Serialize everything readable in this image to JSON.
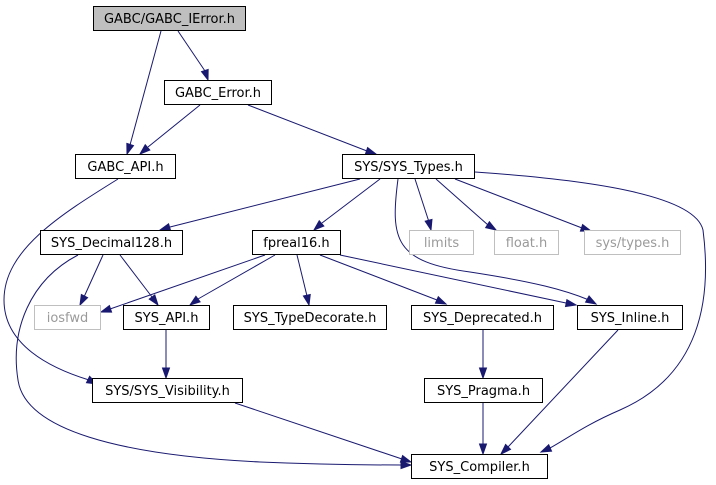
{
  "diagram": {
    "colors": {
      "edge": "#191970",
      "node_border": "#000000",
      "node_fill": "#ffffff",
      "current_fill": "#bfbfbf",
      "external_border": "#bfbfbf",
      "external_text": "#9a9a9a"
    },
    "nodes": [
      {
        "id": "n_gabc_ierror",
        "label": "GABC/GABC_IError.h",
        "kind": "current"
      },
      {
        "id": "n_gabc_error",
        "label": "GABC_Error.h",
        "kind": "normal"
      },
      {
        "id": "n_gabc_api",
        "label": "GABC_API.h",
        "kind": "normal"
      },
      {
        "id": "n_sys_types",
        "label": "SYS/SYS_Types.h",
        "kind": "normal"
      },
      {
        "id": "n_sys_decimal128",
        "label": "SYS_Decimal128.h",
        "kind": "normal"
      },
      {
        "id": "n_fpreal16",
        "label": "fpreal16.h",
        "kind": "normal"
      },
      {
        "id": "n_limits",
        "label": "limits",
        "kind": "external"
      },
      {
        "id": "n_float",
        "label": "float.h",
        "kind": "external"
      },
      {
        "id": "n_systypes_std",
        "label": "sys/types.h",
        "kind": "external"
      },
      {
        "id": "n_iosfwd",
        "label": "iosfwd",
        "kind": "external"
      },
      {
        "id": "n_sys_api",
        "label": "SYS_API.h",
        "kind": "normal"
      },
      {
        "id": "n_sys_typedecorate",
        "label": "SYS_TypeDecorate.h",
        "kind": "normal"
      },
      {
        "id": "n_sys_deprecated",
        "label": "SYS_Deprecated.h",
        "kind": "normal"
      },
      {
        "id": "n_sys_inline",
        "label": "SYS_Inline.h",
        "kind": "normal"
      },
      {
        "id": "n_sys_visibility",
        "label": "SYS/SYS_Visibility.h",
        "kind": "normal"
      },
      {
        "id": "n_sys_pragma",
        "label": "SYS_Pragma.h",
        "kind": "normal"
      },
      {
        "id": "n_sys_compiler",
        "label": "SYS_Compiler.h",
        "kind": "normal"
      }
    ],
    "edges": [
      {
        "from": "n_gabc_ierror",
        "to": "n_gabc_error"
      },
      {
        "from": "n_gabc_ierror",
        "to": "n_gabc_api"
      },
      {
        "from": "n_gabc_error",
        "to": "n_gabc_api"
      },
      {
        "from": "n_gabc_error",
        "to": "n_sys_types"
      },
      {
        "from": "n_gabc_api",
        "to": "n_sys_visibility"
      },
      {
        "from": "n_sys_types",
        "to": "n_sys_decimal128"
      },
      {
        "from": "n_sys_types",
        "to": "n_fpreal16"
      },
      {
        "from": "n_sys_types",
        "to": "n_limits"
      },
      {
        "from": "n_sys_types",
        "to": "n_float"
      },
      {
        "from": "n_sys_types",
        "to": "n_systypes_std"
      },
      {
        "from": "n_sys_types",
        "to": "n_sys_inline"
      },
      {
        "from": "n_sys_types",
        "to": "n_sys_compiler"
      },
      {
        "from": "n_sys_decimal128",
        "to": "n_iosfwd"
      },
      {
        "from": "n_sys_decimal128",
        "to": "n_sys_api"
      },
      {
        "from": "n_sys_decimal128",
        "to": "n_sys_compiler"
      },
      {
        "from": "n_fpreal16",
        "to": "n_iosfwd"
      },
      {
        "from": "n_fpreal16",
        "to": "n_sys_api"
      },
      {
        "from": "n_fpreal16",
        "to": "n_sys_typedecorate"
      },
      {
        "from": "n_fpreal16",
        "to": "n_sys_deprecated"
      },
      {
        "from": "n_fpreal16",
        "to": "n_sys_inline"
      },
      {
        "from": "n_sys_api",
        "to": "n_sys_visibility"
      },
      {
        "from": "n_sys_deprecated",
        "to": "n_sys_pragma"
      },
      {
        "from": "n_sys_inline",
        "to": "n_sys_compiler"
      },
      {
        "from": "n_sys_visibility",
        "to": "n_sys_compiler"
      },
      {
        "from": "n_sys_pragma",
        "to": "n_sys_compiler"
      }
    ]
  }
}
